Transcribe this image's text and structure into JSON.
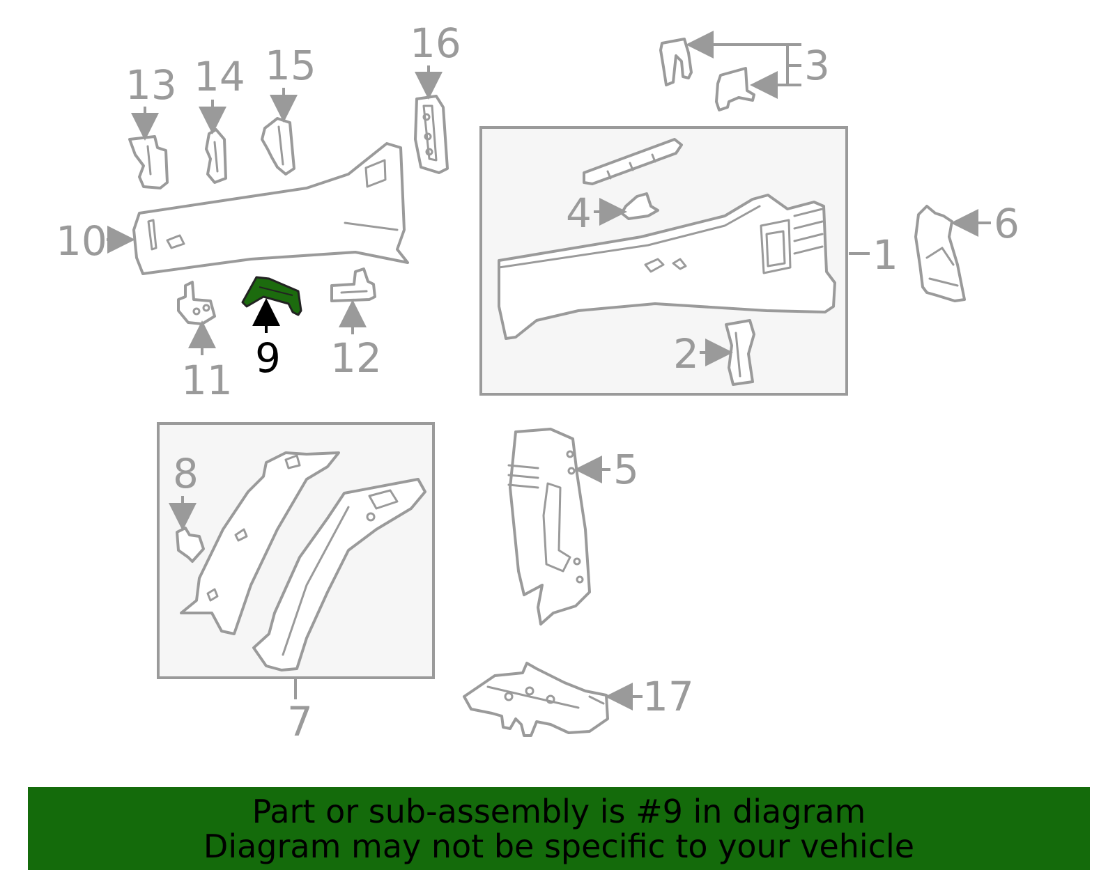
{
  "diagram": {
    "highlight_color": "#1c6b0e",
    "callouts": {
      "c1": "1",
      "c2": "2",
      "c3": "3",
      "c4": "4",
      "c5": "5",
      "c6": "6",
      "c7": "7",
      "c8": "8",
      "c9": "9",
      "c10": "10",
      "c11": "11",
      "c12": "12",
      "c13": "13",
      "c14": "14",
      "c15": "15",
      "c16": "16",
      "c17": "17"
    },
    "highlighted_part": "9"
  },
  "banner": {
    "background": "#146b0b",
    "line1": "Part or sub-assembly is #9 in diagram",
    "line2": "Diagram may not be specific to your vehicle"
  }
}
